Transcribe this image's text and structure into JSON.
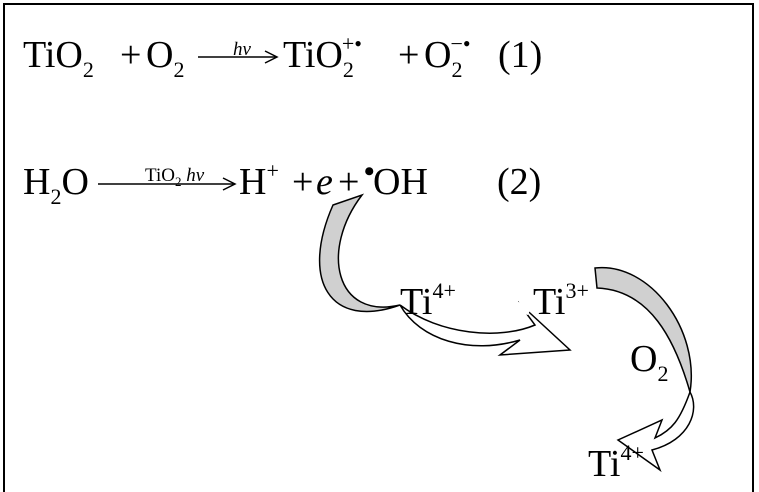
{
  "equation1": {
    "ti": "TiO",
    "sub2": "2",
    "plus1": "+",
    "o": "O",
    "sub2b": "2",
    "arrow_label": "hν",
    "ti_prod": "TiO",
    "sub2c": "2",
    "sup_rad": "+•",
    "plus2": "+",
    "o_prod": "O",
    "sub2d": "2",
    "sup_anion": "−•",
    "number": "(1)"
  },
  "equation2": {
    "h": "H",
    "sub2": "2",
    "o": "O",
    "arrow_label": "TiO",
    "arrow_label_sub": "2",
    "arrow_label_hv": "hν",
    "hplus": "H",
    "hplus_sup": "+",
    "plus1": "+",
    "e": "e",
    "plus2": "+",
    "dot": "•",
    "oh": "OH",
    "number": "(2)"
  },
  "species": {
    "ti4_a": "Ti",
    "ti4_a_sup": "4+",
    "ti3": "Ti",
    "ti3_sup": "3+",
    "o2": "O",
    "o2_sub": "2",
    "ti4_b": "Ti",
    "ti4_b_sup": "4+"
  },
  "colors": {
    "arrow_fill": "#d0d0d0",
    "stroke": "#000000"
  }
}
